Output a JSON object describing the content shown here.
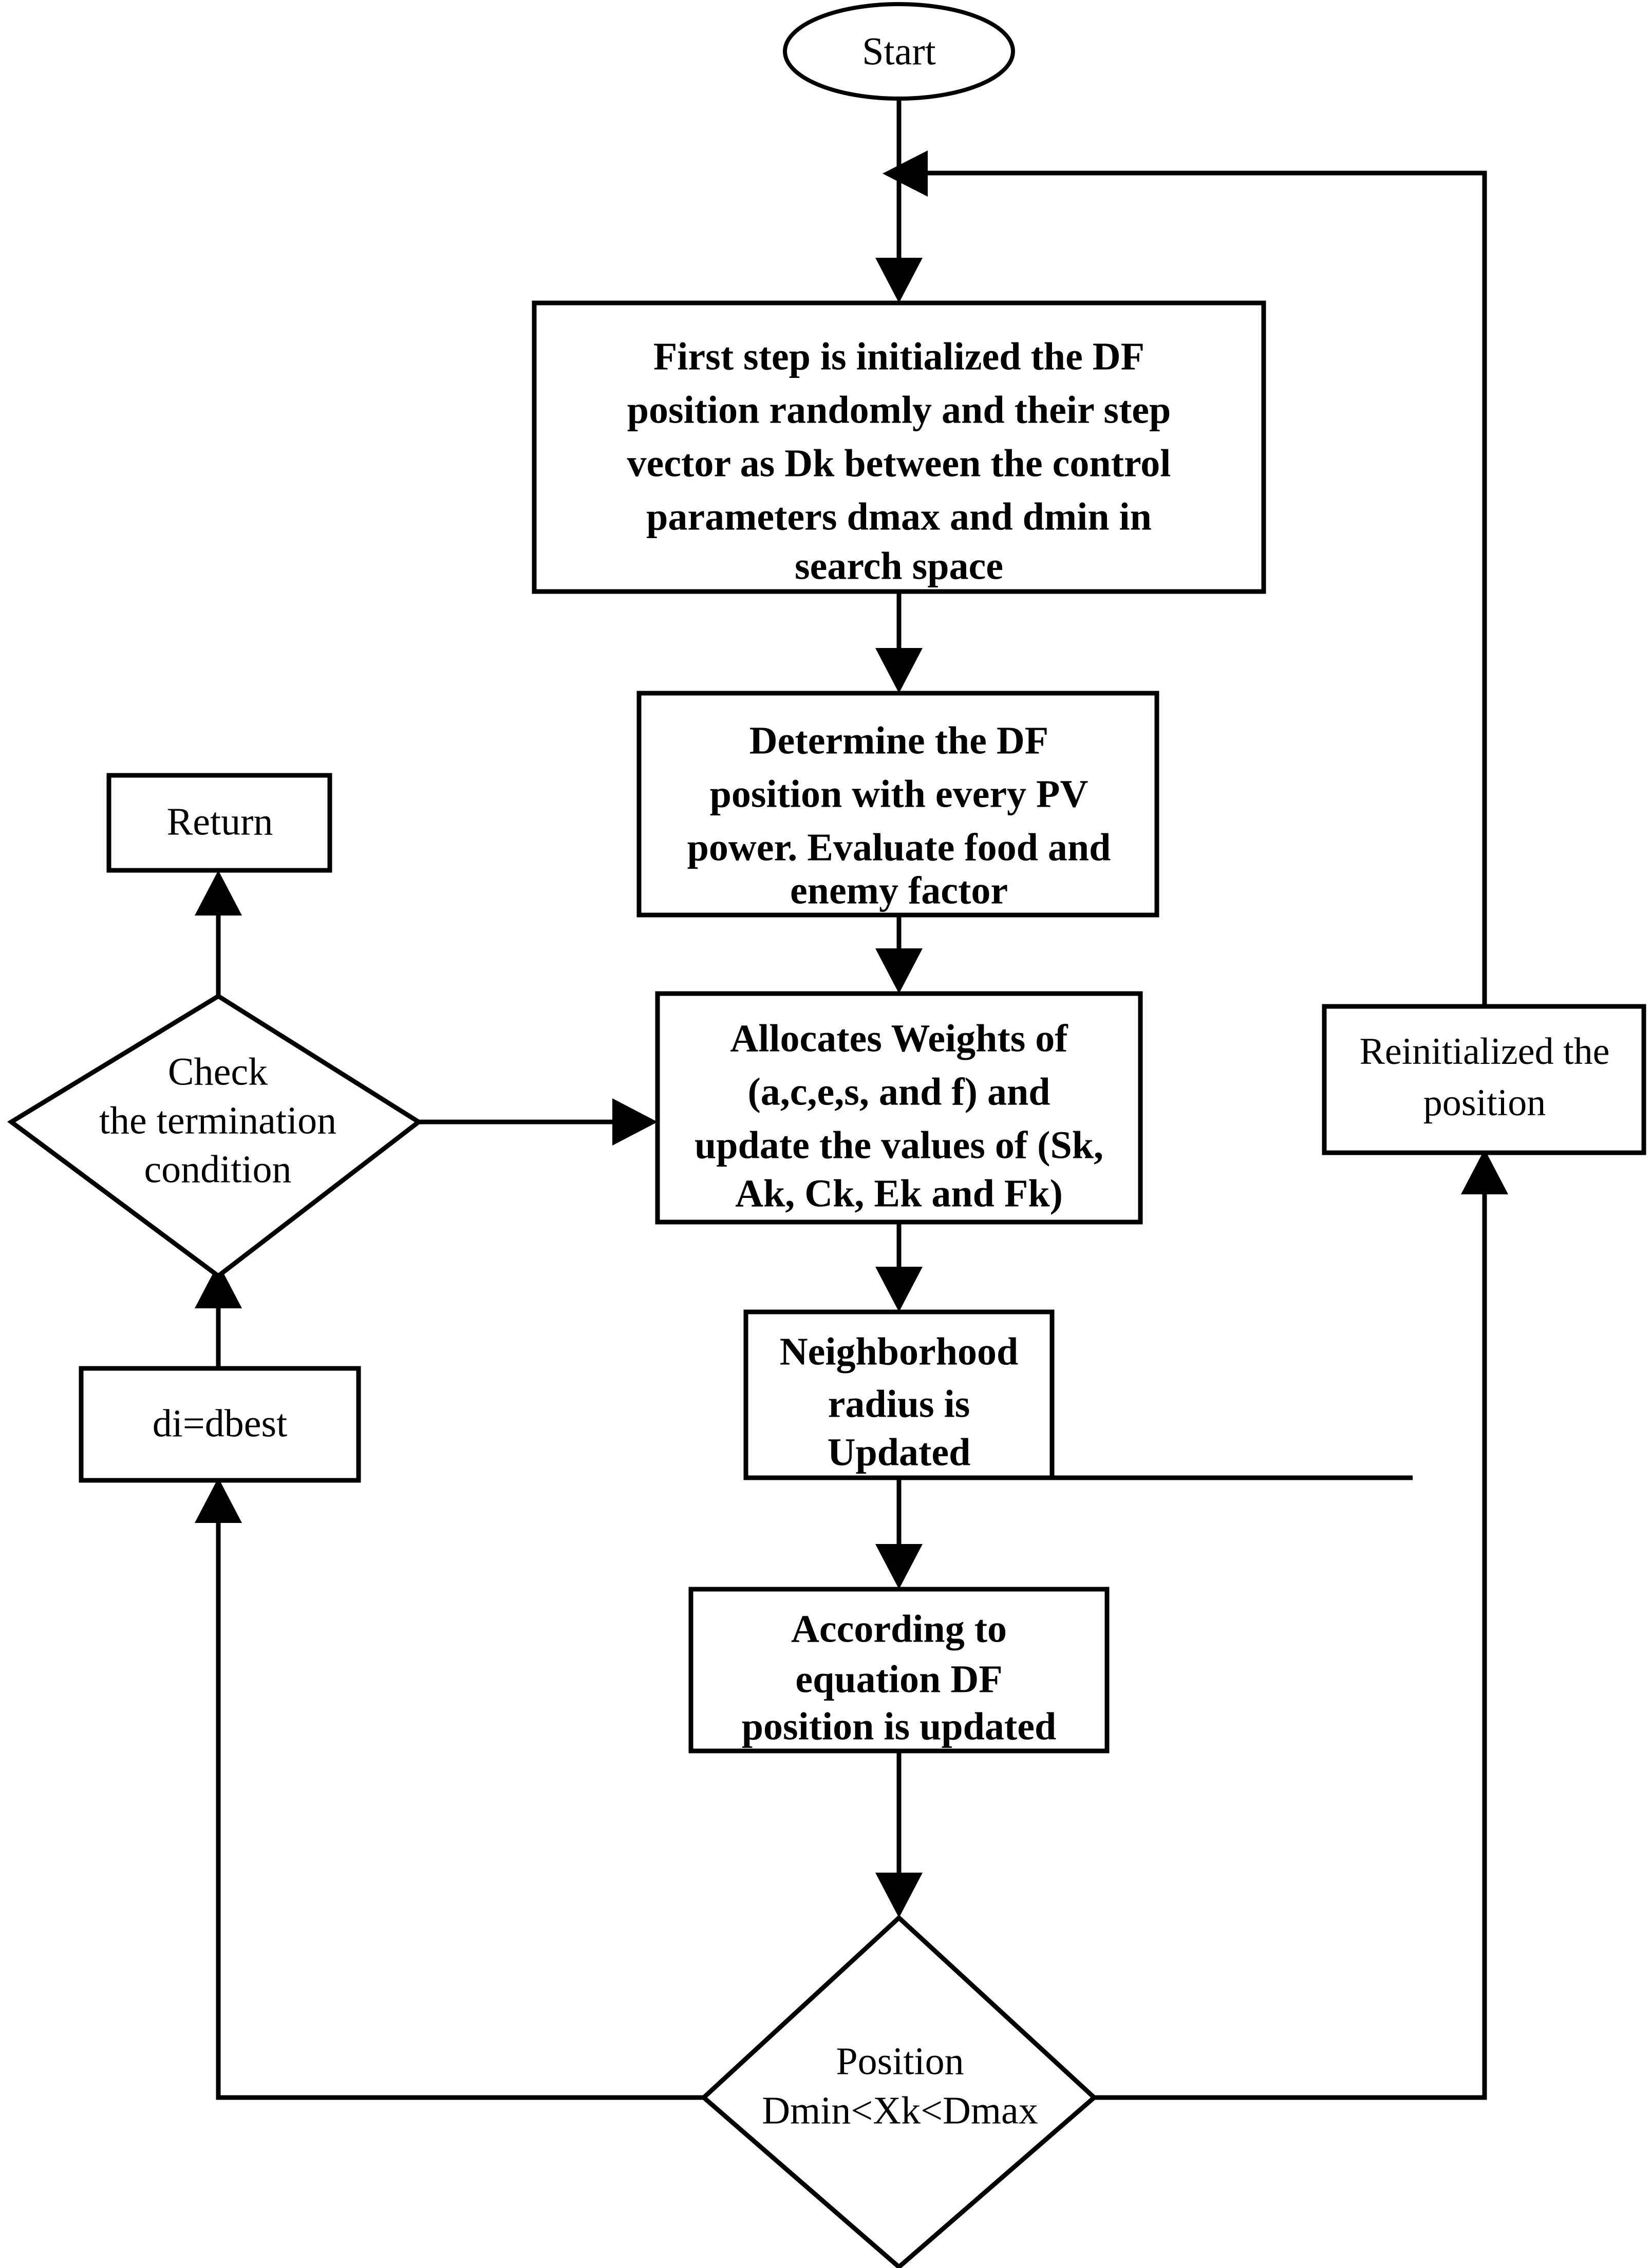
{
  "diagram": {
    "type": "flowchart",
    "title": "Dragonfly Algorithm (DF) optimization flowchart",
    "background_color": "#ffffff",
    "line_color": "#000000",
    "nodes": {
      "start": {
        "shape": "ellipse",
        "label": "Start"
      },
      "init": {
        "shape": "process",
        "lines": [
          "First step is initialized the DF",
          "position randomly and their step",
          "vector as Dk between the control",
          "parameters dmax and dmin in",
          "search space"
        ]
      },
      "determine": {
        "shape": "process",
        "lines": [
          "Determine the DF",
          "position with every PV",
          "power. Evaluate food and",
          "enemy factor"
        ]
      },
      "allocate": {
        "shape": "process",
        "lines": [
          "Allocates Weights of",
          "(a,c,e,s, and f) and",
          "update the values of (Sk,",
          "Ak, Ck, Ek and Fk)"
        ]
      },
      "radius": {
        "shape": "process",
        "lines": [
          "Neighborhood",
          "radius is",
          "Updated"
        ]
      },
      "equation": {
        "shape": "process",
        "lines": [
          "According to",
          "equation DF",
          "position is updated"
        ]
      },
      "position_check": {
        "shape": "decision",
        "lines": [
          "Position",
          "Dmin<Xk<Dmax"
        ]
      },
      "termination_check": {
        "shape": "decision",
        "lines": [
          "Check",
          "the termination",
          "condition"
        ]
      },
      "dbest": {
        "shape": "process",
        "lines": [
          "di=dbest"
        ]
      },
      "return": {
        "shape": "process",
        "lines": [
          "Return"
        ]
      },
      "reinit": {
        "shape": "process",
        "lines": [
          "Reinitialized the",
          "position"
        ]
      }
    },
    "edges": [
      {
        "from": "start",
        "to": "init",
        "kind": "arrow-down"
      },
      {
        "from": "init",
        "to": "determine",
        "kind": "arrow-down"
      },
      {
        "from": "determine",
        "to": "allocate",
        "kind": "arrow-down"
      },
      {
        "from": "allocate",
        "to": "radius",
        "kind": "arrow-down"
      },
      {
        "from": "radius",
        "to": "equation",
        "kind": "arrow-down"
      },
      {
        "from": "equation",
        "to": "position_check",
        "kind": "arrow-down"
      },
      {
        "from": "position_check",
        "to": "dbest",
        "kind": "left-then-up"
      },
      {
        "from": "position_check",
        "to": "reinit",
        "kind": "right-then-up"
      },
      {
        "from": "reinit",
        "to": "init",
        "kind": "up-then-left-arrow"
      },
      {
        "from": "dbest",
        "to": "termination_check",
        "kind": "arrow-up"
      },
      {
        "from": "termination_check",
        "to": "return",
        "kind": "arrow-up"
      },
      {
        "from": "termination_check",
        "to": "allocate",
        "kind": "arrow-right"
      }
    ]
  }
}
